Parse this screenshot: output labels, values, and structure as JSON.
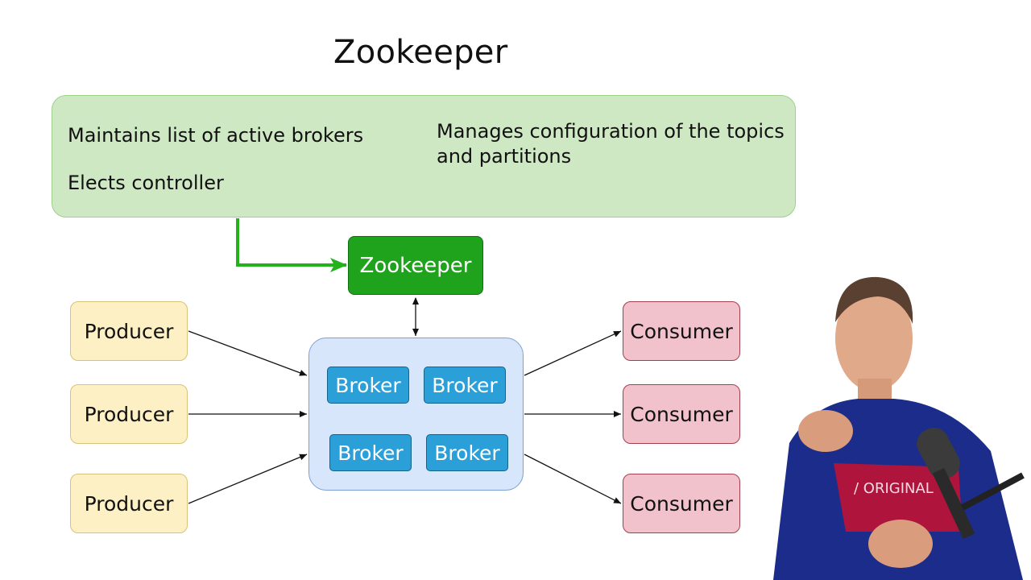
{
  "title": "Zookeeper",
  "info_panel": {
    "point_1": "Maintains list of active brokers",
    "point_2": "Elects controller",
    "point_3_line1": "Manages configuration of the topics",
    "point_3_line2": "and partitions"
  },
  "zookeeper_node": "Zookeeper",
  "producers": [
    "Producer",
    "Producer",
    "Producer"
  ],
  "brokers": [
    "Broker",
    "Broker",
    "Broker",
    "Broker"
  ],
  "consumers": [
    "Consumer",
    "Consumer",
    "Consumer"
  ],
  "colors": {
    "panel_fill": "#cfe8c4",
    "zookeeper_fill": "#1fa31c",
    "green_arrow": "#22b31c",
    "producer_fill": "#fcf0c4",
    "consumer_fill": "#f2c2cc",
    "cluster_fill": "#d8e6fb",
    "broker_fill": "#2a9fd8"
  },
  "icons": [
    "presenter-video-overlay",
    "microphone-icon"
  ]
}
